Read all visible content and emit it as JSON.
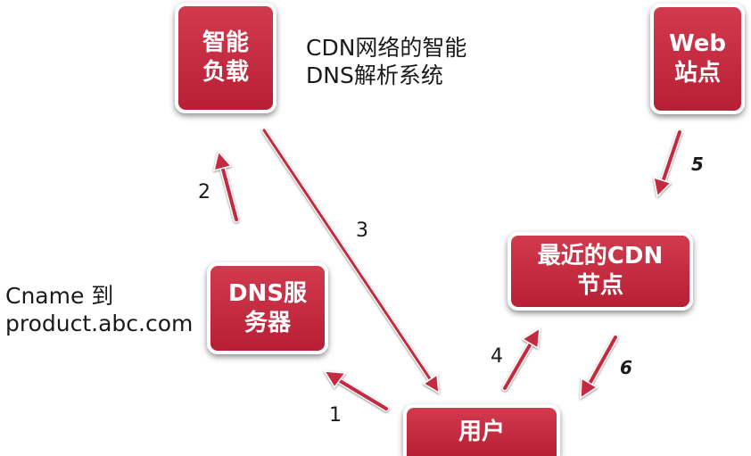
{
  "nodes": {
    "smart_lb": "智能\n负载",
    "web_site": "Web\n站点",
    "dns_server": "DNS服\n务器",
    "cdn_node": "最近的CDN\n节点",
    "user": "用户"
  },
  "captions": {
    "cdn_dns": "CDN网络的智能\nDNS解析系统",
    "cname": "Cname 到\nproduct.abc.com"
  },
  "steps": [
    "1",
    "2",
    "3",
    "4",
    "5",
    "6"
  ],
  "colors": {
    "node_fill": "#c42a40",
    "arrow": "#c42a40"
  }
}
